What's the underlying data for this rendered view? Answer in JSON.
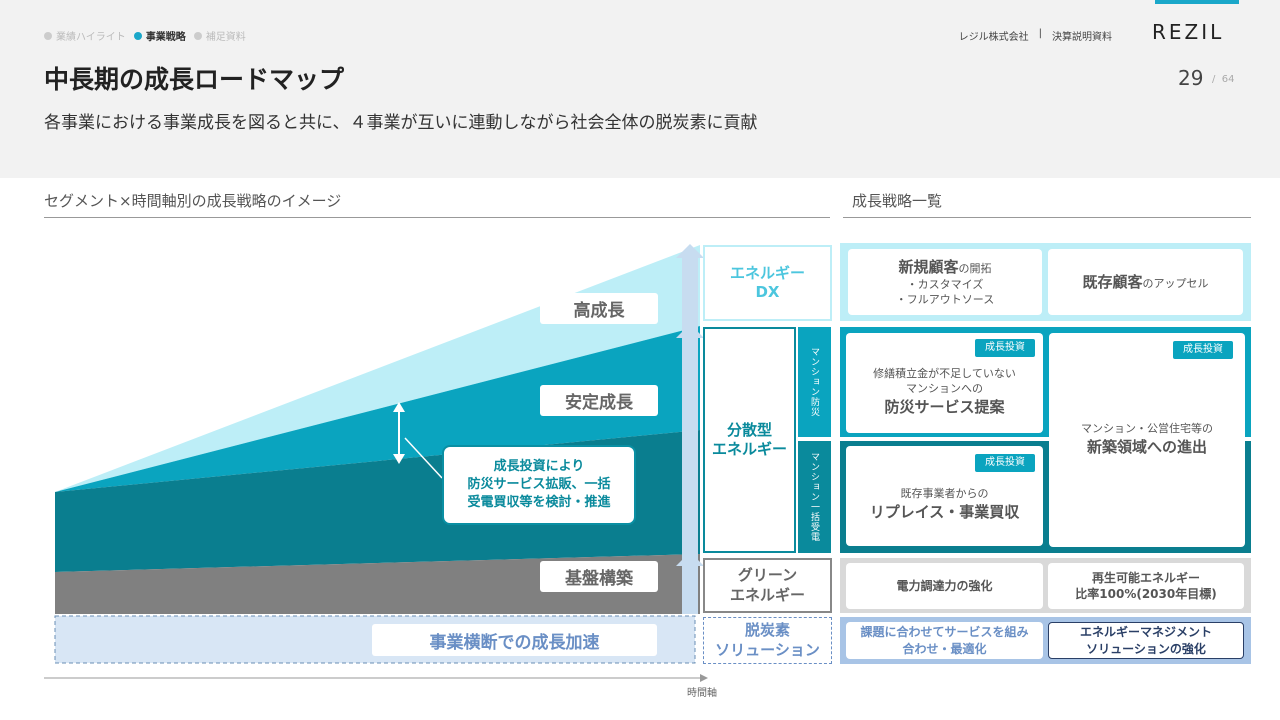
{
  "breadcrumbs": [
    {
      "label": "業績ハイライト",
      "active": false
    },
    {
      "label": "事業戦略",
      "active": true
    },
    {
      "label": "補足資料",
      "active": false
    }
  ],
  "company": {
    "name": "レジル株式会社",
    "separator": "|",
    "doc": "決算説明資料"
  },
  "logo": "REZIL",
  "page": {
    "current": "29",
    "separator": "/",
    "total": "64"
  },
  "title": "中長期の成長ロードマップ",
  "subtitle": "各事業における事業成長を図ると共に、４事業が互いに連動しながら社会全体の脱炭素に貢献",
  "left_section": {
    "title": "セグメント×時間軸別の成長戦略のイメージ",
    "layers": {
      "high": "高成長",
      "stable": "安定成長",
      "base": "基盤構築",
      "cross": "事業横断での成長加速"
    },
    "note": [
      "成長投資により",
      "防災サービス拡販、一括",
      "受電買収等を検討・推進"
    ],
    "axis_label": "時間軸"
  },
  "segments": {
    "dx": [
      "エネルギー",
      "DX"
    ],
    "distributed": [
      "分散型",
      "エネルギー"
    ],
    "tab_bousai": "マンション防災",
    "tab_ikkatsu": "マンション一括受電",
    "green": [
      "グリーン",
      "エネルギー"
    ],
    "decarb": [
      "脱炭素",
      "ソリューション"
    ]
  },
  "right_section": {
    "title": "成長戦略一覧",
    "dx_card1": {
      "big": "新規顧客",
      "suffix": "の開拓",
      "line2": "・カスタマイズ",
      "line3": "・フルアウトソース"
    },
    "dx_card2": {
      "big": "既存顧客",
      "suffix": "のアップセル"
    },
    "badge": "成長投資",
    "bousai_card": {
      "small1": "修繕積立金が不足していない",
      "small2": "マンションへの",
      "big": "防災サービス提案"
    },
    "shinchiku_card": {
      "small": "マンション・公営住宅等の",
      "big": "新築領域への進出"
    },
    "replace_card": {
      "small": "既存事業者からの",
      "big": "リプレイス・事業買収"
    },
    "green_card1": "電力調達力の強化",
    "green_card2": [
      "再生可能エネルギー",
      "比率100%(2030年目標)"
    ],
    "decarb_card1": [
      "課題に合わせてサービスを組み",
      "合わせ・最適化"
    ],
    "decarb_card2": [
      "エネルギーマネジメント",
      "ソリューションの強化"
    ]
  },
  "colors": {
    "accent": "#1aa7c9",
    "light_cyan": "#bdeef7",
    "mid_teal": "#0aa4bf",
    "dark_teal": "#0a7e8f",
    "gray": "#808080",
    "pale_blue": "#d8e6f5"
  }
}
